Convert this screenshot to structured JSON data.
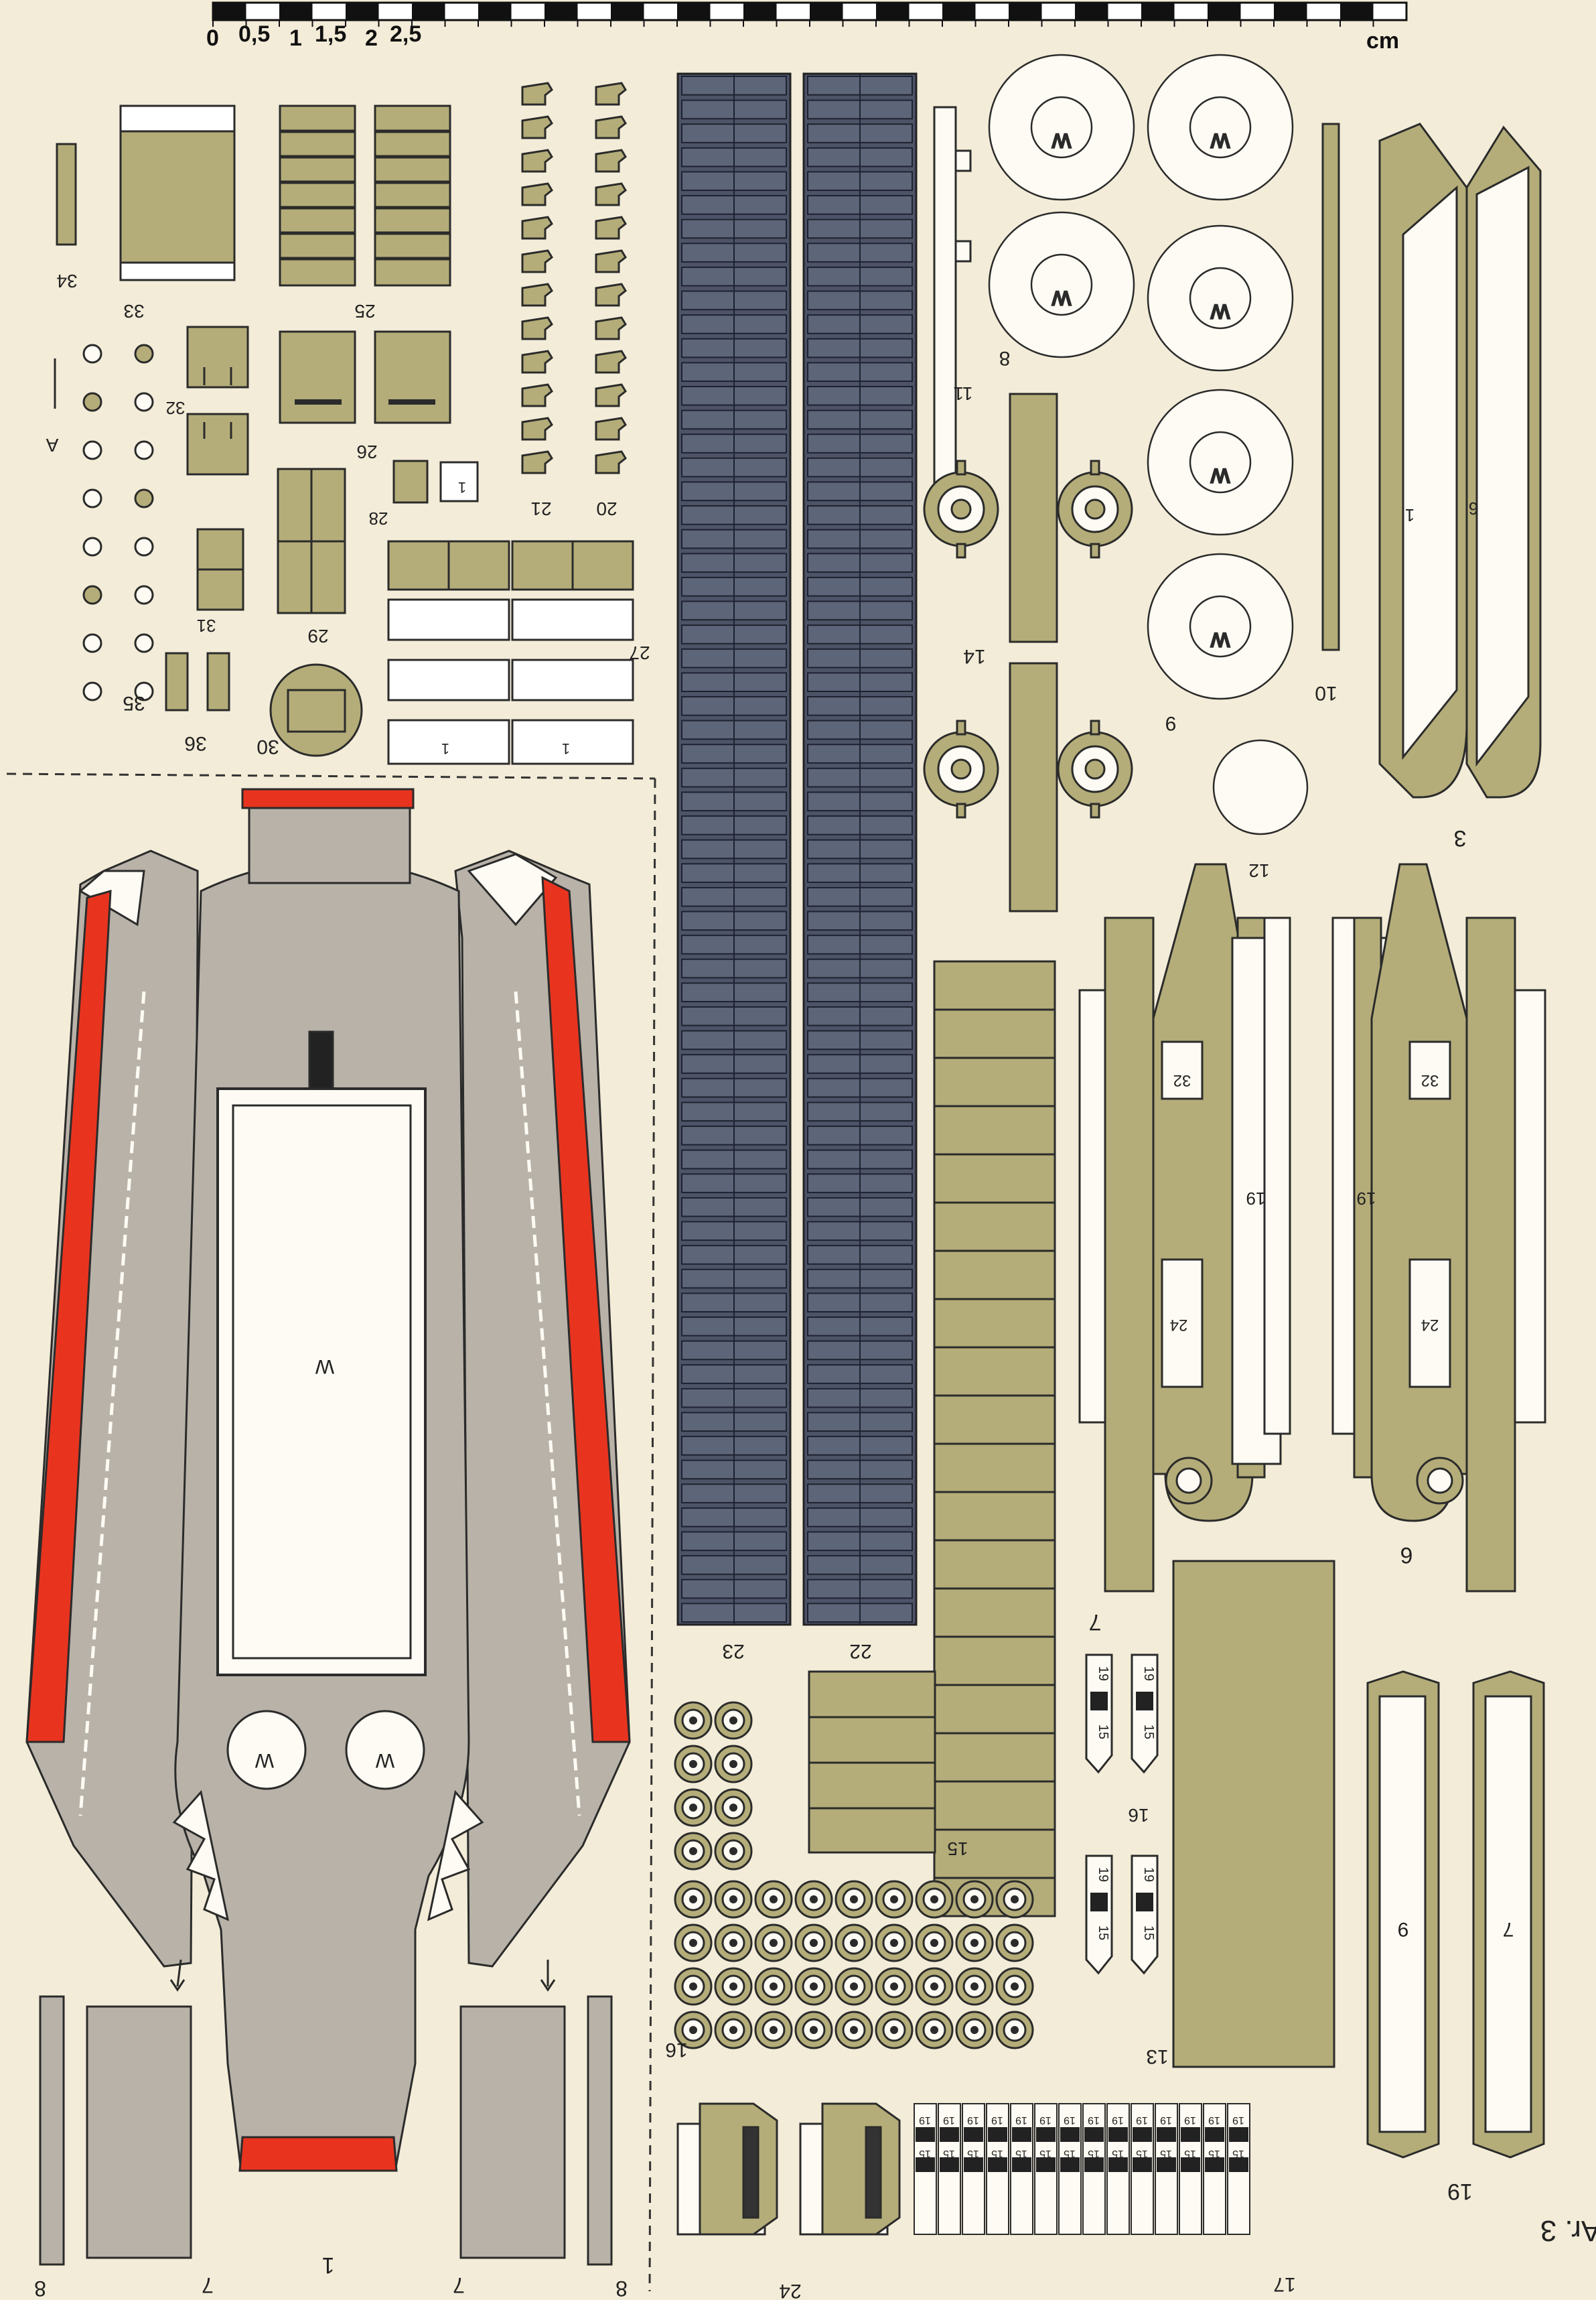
{
  "ruler": {
    "ticks": [
      "0",
      "0,5",
      "1",
      "1,5",
      "2",
      "2,5"
    ],
    "unit": "cm"
  },
  "sheet_label": "Ar. 3",
  "colors": {
    "paper": "#f3ecd8",
    "khaki": "#b4ad79",
    "grey": "#b8b2a8",
    "track": "#4d5468",
    "red": "#e8341f",
    "line": "#2b2b2b"
  },
  "wheel_mark": "W",
  "stripe_numbers": [
    "19",
    "15"
  ],
  "labels": {
    "p1": "1",
    "p3": "3",
    "p6": "6",
    "p7": "7",
    "p8": "8",
    "p9": "9",
    "p10": "10",
    "p11": "11",
    "p12": "12",
    "p13": "13",
    "p14": "14",
    "p15": "15",
    "p16": "16",
    "p17": "17",
    "p19": "19",
    "p20": "20",
    "p21": "21",
    "p22": "22",
    "p23": "23",
    "p24": "24",
    "p25": "25",
    "p26": "26",
    "p27": "27",
    "p28": "28",
    "p29": "29",
    "p30": "30",
    "p31": "31",
    "p32": "32",
    "p33": "33",
    "p34": "34",
    "p35": "35",
    "p36": "36",
    "pA": "A"
  }
}
